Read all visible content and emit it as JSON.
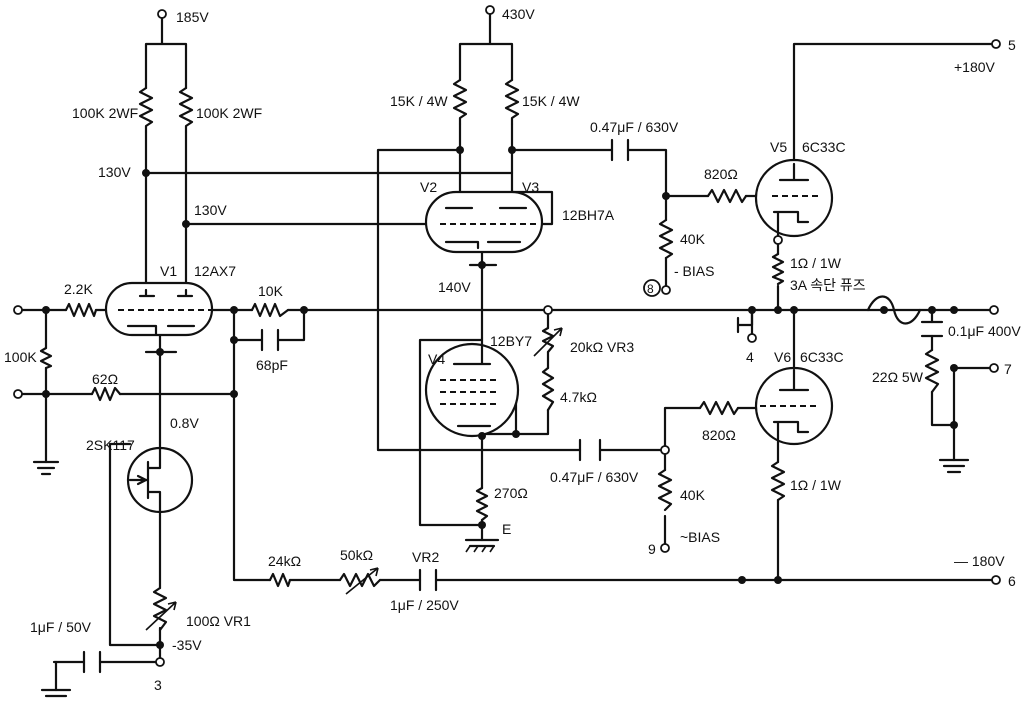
{
  "labels": {
    "v185": "185V",
    "v430": "430V",
    "r100k_2wf_a": "100K 2WF",
    "r100k_2wf_b": "100K 2WF",
    "r15k_a": "15K / 4W",
    "r15k_b": "15K / 4W",
    "c047_top": "0.47μF / 630V",
    "v130_a": "130V",
    "v130_b": "130V",
    "v2": "V2",
    "v3": "V3",
    "t12bh7a": "12BH7A",
    "r820_top": "820Ω",
    "v5": "V5",
    "t6c33c_top": "6C33C",
    "plus180": "+180V",
    "term5": "5",
    "v1": "V1",
    "t12ax7": "12AX7",
    "r2_2k": "2.2K",
    "r10k": "10K",
    "c68pf": "68pF",
    "r40k_top": "40K",
    "bias_top": "- BIAS",
    "term8": "8",
    "r1ohm_top": "1Ω / 1W",
    "fuse": "3A 속단 퓨즈",
    "v140": "140V",
    "t12by7": "12BY7",
    "r20k_vr3": "20kΩ VR3",
    "v4": "V4",
    "r4_7k": "4.7kΩ",
    "term4": "4",
    "v6": "V6",
    "t6c33c_bot": "6C33C",
    "c01": "0.1μF 400V",
    "r22": "22Ω 5W",
    "term7": "7",
    "r100k_in": "100K",
    "r62": "62Ω",
    "v08": "0.8V",
    "t2sk117": "2SK117",
    "c047_bot": "0.47μF / 630V",
    "r820_bot": "820Ω",
    "r1ohm_bot": "1Ω / 1W",
    "r270": "270Ω",
    "r40k_bot": "40K",
    "bias_bot": "~BIAS",
    "term9": "9",
    "e": "E",
    "r24k": "24kΩ",
    "r50k": "50kΩ",
    "vr2": "VR2",
    "c1_250": "1μF / 250V",
    "minus180": "— 180V",
    "term6": "6",
    "c1_50": "1μF / 50V",
    "r100_vr1": "100Ω VR1",
    "minus35": "-35V",
    "term3": "3"
  }
}
